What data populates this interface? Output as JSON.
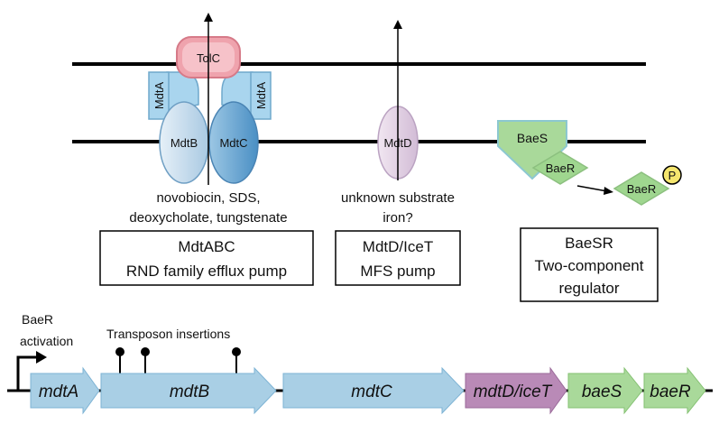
{
  "proteins": {
    "tolc": "TolC",
    "mdta_left": "MdtA",
    "mdta_right": "MdtA",
    "mdtb": "MdtB",
    "mdtc": "MdtC",
    "mdtd": "MdtD",
    "baes": "BaeS",
    "baer": "BaeR",
    "baer_p": "BaeR",
    "phospho": "P"
  },
  "substrates": {
    "mdtabc_line1": "novobiocin, SDS,",
    "mdtabc_line2": "deoxycholate, tungstenate",
    "mdtd_line1": "unknown substrate",
    "mdtd_line2": "iron?"
  },
  "boxes": {
    "mdtabc": {
      "line1": "MdtABC",
      "line2": "RND family efflux pump"
    },
    "mdtd": {
      "line1": "MdtD/IceT",
      "line2": "MFS pump"
    },
    "baesr": {
      "line1": "BaeSR",
      "line2": "Two-component",
      "line3": "regulator"
    }
  },
  "operon": {
    "activation_line1": "BaeR",
    "activation_line2": "activation",
    "transposon_label": "Transposon insertions",
    "genes": [
      "mdtA",
      "mdtB",
      "mdtC",
      "mdtD/iceT",
      "baeS",
      "baeR"
    ]
  },
  "colors": {
    "mdt_blue": "#a9cfe5",
    "tolc_pink": "#efa3ad",
    "mdtd_purple": "#b98ab7",
    "bae_green": "#a9d99a",
    "phospho_yellow": "#f5e66e"
  }
}
